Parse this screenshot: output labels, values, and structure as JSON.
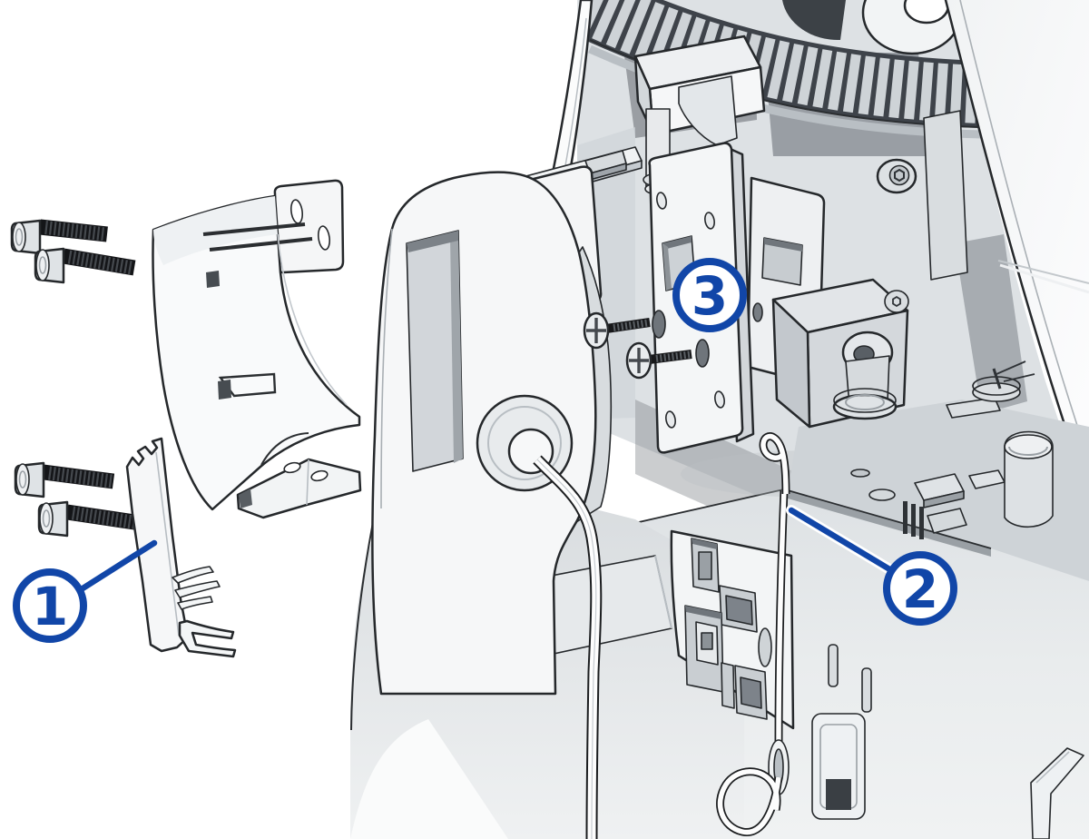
{
  "callouts": {
    "color": "#1146a8",
    "items": [
      {
        "label": "1"
      },
      {
        "label": "2"
      },
      {
        "label": "3"
      }
    ]
  },
  "palette": {
    "outline": "#25282b",
    "surface": "#f5f6f7",
    "surface_shaded": "#d5dade",
    "surface_dark": "#9aa1a7",
    "interior_shadow": "#4e545a",
    "screw": "#17181b",
    "background": "#ffffff"
  }
}
